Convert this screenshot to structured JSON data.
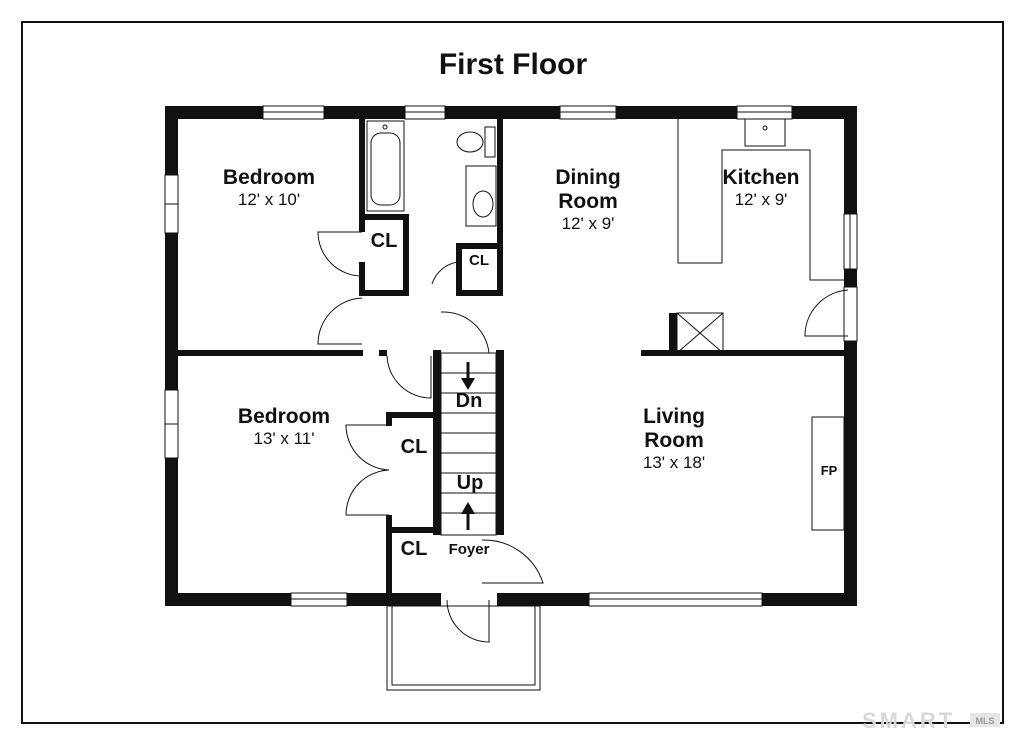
{
  "title": "First Floor",
  "rooms": {
    "bedroom_top": {
      "name": "Bedroom",
      "dims": "12' x 10'"
    },
    "dining": {
      "name_line1": "Dining",
      "name_line2": "Room",
      "dims": "12' x 9'"
    },
    "kitchen": {
      "name": "Kitchen",
      "dims": "12' x 9'"
    },
    "bedroom_bottom": {
      "name": "Bedroom",
      "dims": "13' x 11'"
    },
    "living": {
      "name_line1": "Living",
      "name_line2": "Room",
      "dims": "13' x 18'"
    }
  },
  "labels": {
    "closet": "CL",
    "stairs_down": "Dn",
    "stairs_up": "Up",
    "foyer": "Foyer",
    "fireplace": "FP"
  },
  "watermark": {
    "brand": "SMART",
    "suffix": "MLS"
  }
}
